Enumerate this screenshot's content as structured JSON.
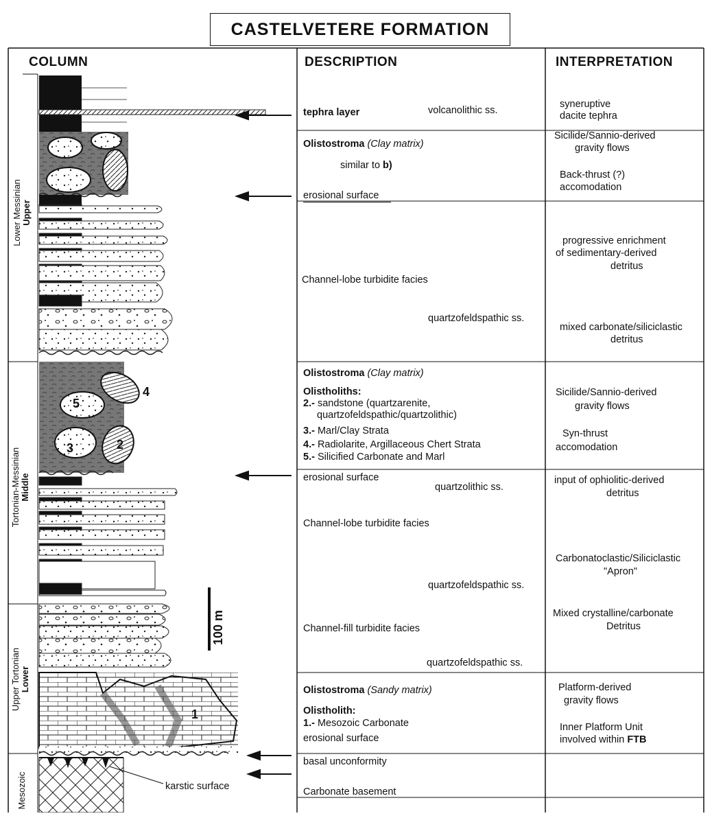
{
  "title": "CASTELVETERE FORMATION",
  "headers": {
    "column": "COLUMN",
    "description": "DESCRIPTION",
    "interpretation": "INTERPRETATION"
  },
  "ages": [
    {
      "epoch": "Lower Messinian",
      "sub": "Upper"
    },
    {
      "epoch": "Tortonian-Messinian",
      "sub": "Middle"
    },
    {
      "epoch": "Upper Tortonian",
      "sub": "Lower"
    },
    {
      "epoch": "Mesozoic",
      "sub": ""
    }
  ],
  "scale_bar": "100 m",
  "karst_label": "karstic surface",
  "olistolith_numbers": [
    "5",
    "4",
    "3",
    "2",
    "1"
  ],
  "description": {
    "tephra": "tephra layer",
    "volcanolithic": "volcanolithic ss.",
    "olistostroma1": "Olistostroma",
    "clay_matrix": "(Clay matrix)",
    "similar_to": "similar to ",
    "similar_to_b": "b)",
    "erosional1": "erosional surface",
    "channel_lobe1": "Channel-lobe turbidite facies",
    "quartzofeld1": "quartzofeldspathic ss.",
    "olistostroma2": "Olistostroma",
    "clay_matrix2": "(Clay matrix)",
    "olistoliths": "Olistholiths:",
    "o2_num": "2.-",
    "o2_text": " sandstone (quartzarenite,",
    "o2_text2": "quartzofeldspathic/quartzolithic)",
    "o3_num": "3.-",
    "o3_text": " Marl/Clay Strata",
    "o4_num": "4.-",
    "o4_text": " Radiolarite, Argillaceous Chert Strata",
    "o5_num": "5.-",
    "o5_text": " Silicified Carbonate and Marl",
    "erosional2": "erosional surface",
    "quartzolithic": "quartzolithic ss.",
    "channel_lobe2": "Channel-lobe turbidite facies",
    "quartzofeld2": "quartzofeldspathic ss.",
    "channel_fill": "Channel-fill turbidite facies",
    "quartzofeld3": "quartzofeldspathic ss.",
    "olistostroma3": "Olistostroma",
    "sandy_matrix": "(Sandy matrix)",
    "olistolith": "Olistholith:",
    "o1_num": "1.-",
    "o1_text": " Mesozoic Carbonate",
    "erosional3": "erosional surface",
    "basal": "basal unconformity",
    "basement": "Carbonate basement"
  },
  "interpretation": {
    "syneruptive1": "syneruptive",
    "syneruptive2": "dacite tephra",
    "sicilide1a": "Sicilide/Sannio-derived",
    "sicilide1b": "gravity flows",
    "backthrust1": "Back-thrust (?)",
    "backthrust2": "accomodation",
    "progressive1": "progressive enrichment",
    "progressive2": "of sedimentary-derived",
    "progressive3": "detritus",
    "mixed1": "mixed carbonate/siliciclastic",
    "mixed2": "detritus",
    "sicilide2a": "Sicilide/Sannio-derived",
    "sicilide2b": "gravity flows",
    "synthrust1": "Syn-thrust",
    "synthrust2": "accomodation",
    "ophiolitic1": "input of ophiolitic-derived",
    "ophiolitic2": "detritus",
    "apron1": "Carbonatoclastic/Siliciclastic",
    "apron2": "\"Apron\"",
    "crystalline1": "Mixed crystalline/carbonate",
    "crystalline2": "Detritus",
    "platform1": "Platform-derived",
    "platform2": "gravity flows",
    "inner1": "Inner Platform Unit",
    "inner2": "involved within ",
    "inner_ftb": "FTB"
  }
}
